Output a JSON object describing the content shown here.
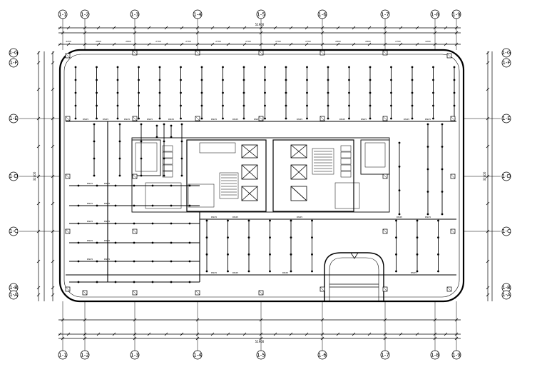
{
  "plan": {
    "overall_width_dimension": "51900",
    "overall_depth_dimension": "32400",
    "column_axes": [
      "1-1",
      "1-2",
      "1-3",
      "1-4",
      "1-5",
      "1-6",
      "1-7",
      "1-8",
      "1-9"
    ],
    "row_axes_left": [
      "1-G",
      "1-F",
      "1-E",
      "1-D",
      "1-C",
      "1-B",
      "1-A"
    ],
    "row_axes_right": [
      "1-G",
      "1-F",
      "1-E",
      "1-D",
      "1-C",
      "1-B",
      "1-A"
    ],
    "small_dimensions": [
      "4200",
      "2800",
      "2800",
      "2700",
      "2700",
      "2700",
      "2700",
      "2700",
      "2700",
      "2800",
      "2800",
      "2700",
      "4200"
    ],
    "branch_tag": "DN25"
  }
}
